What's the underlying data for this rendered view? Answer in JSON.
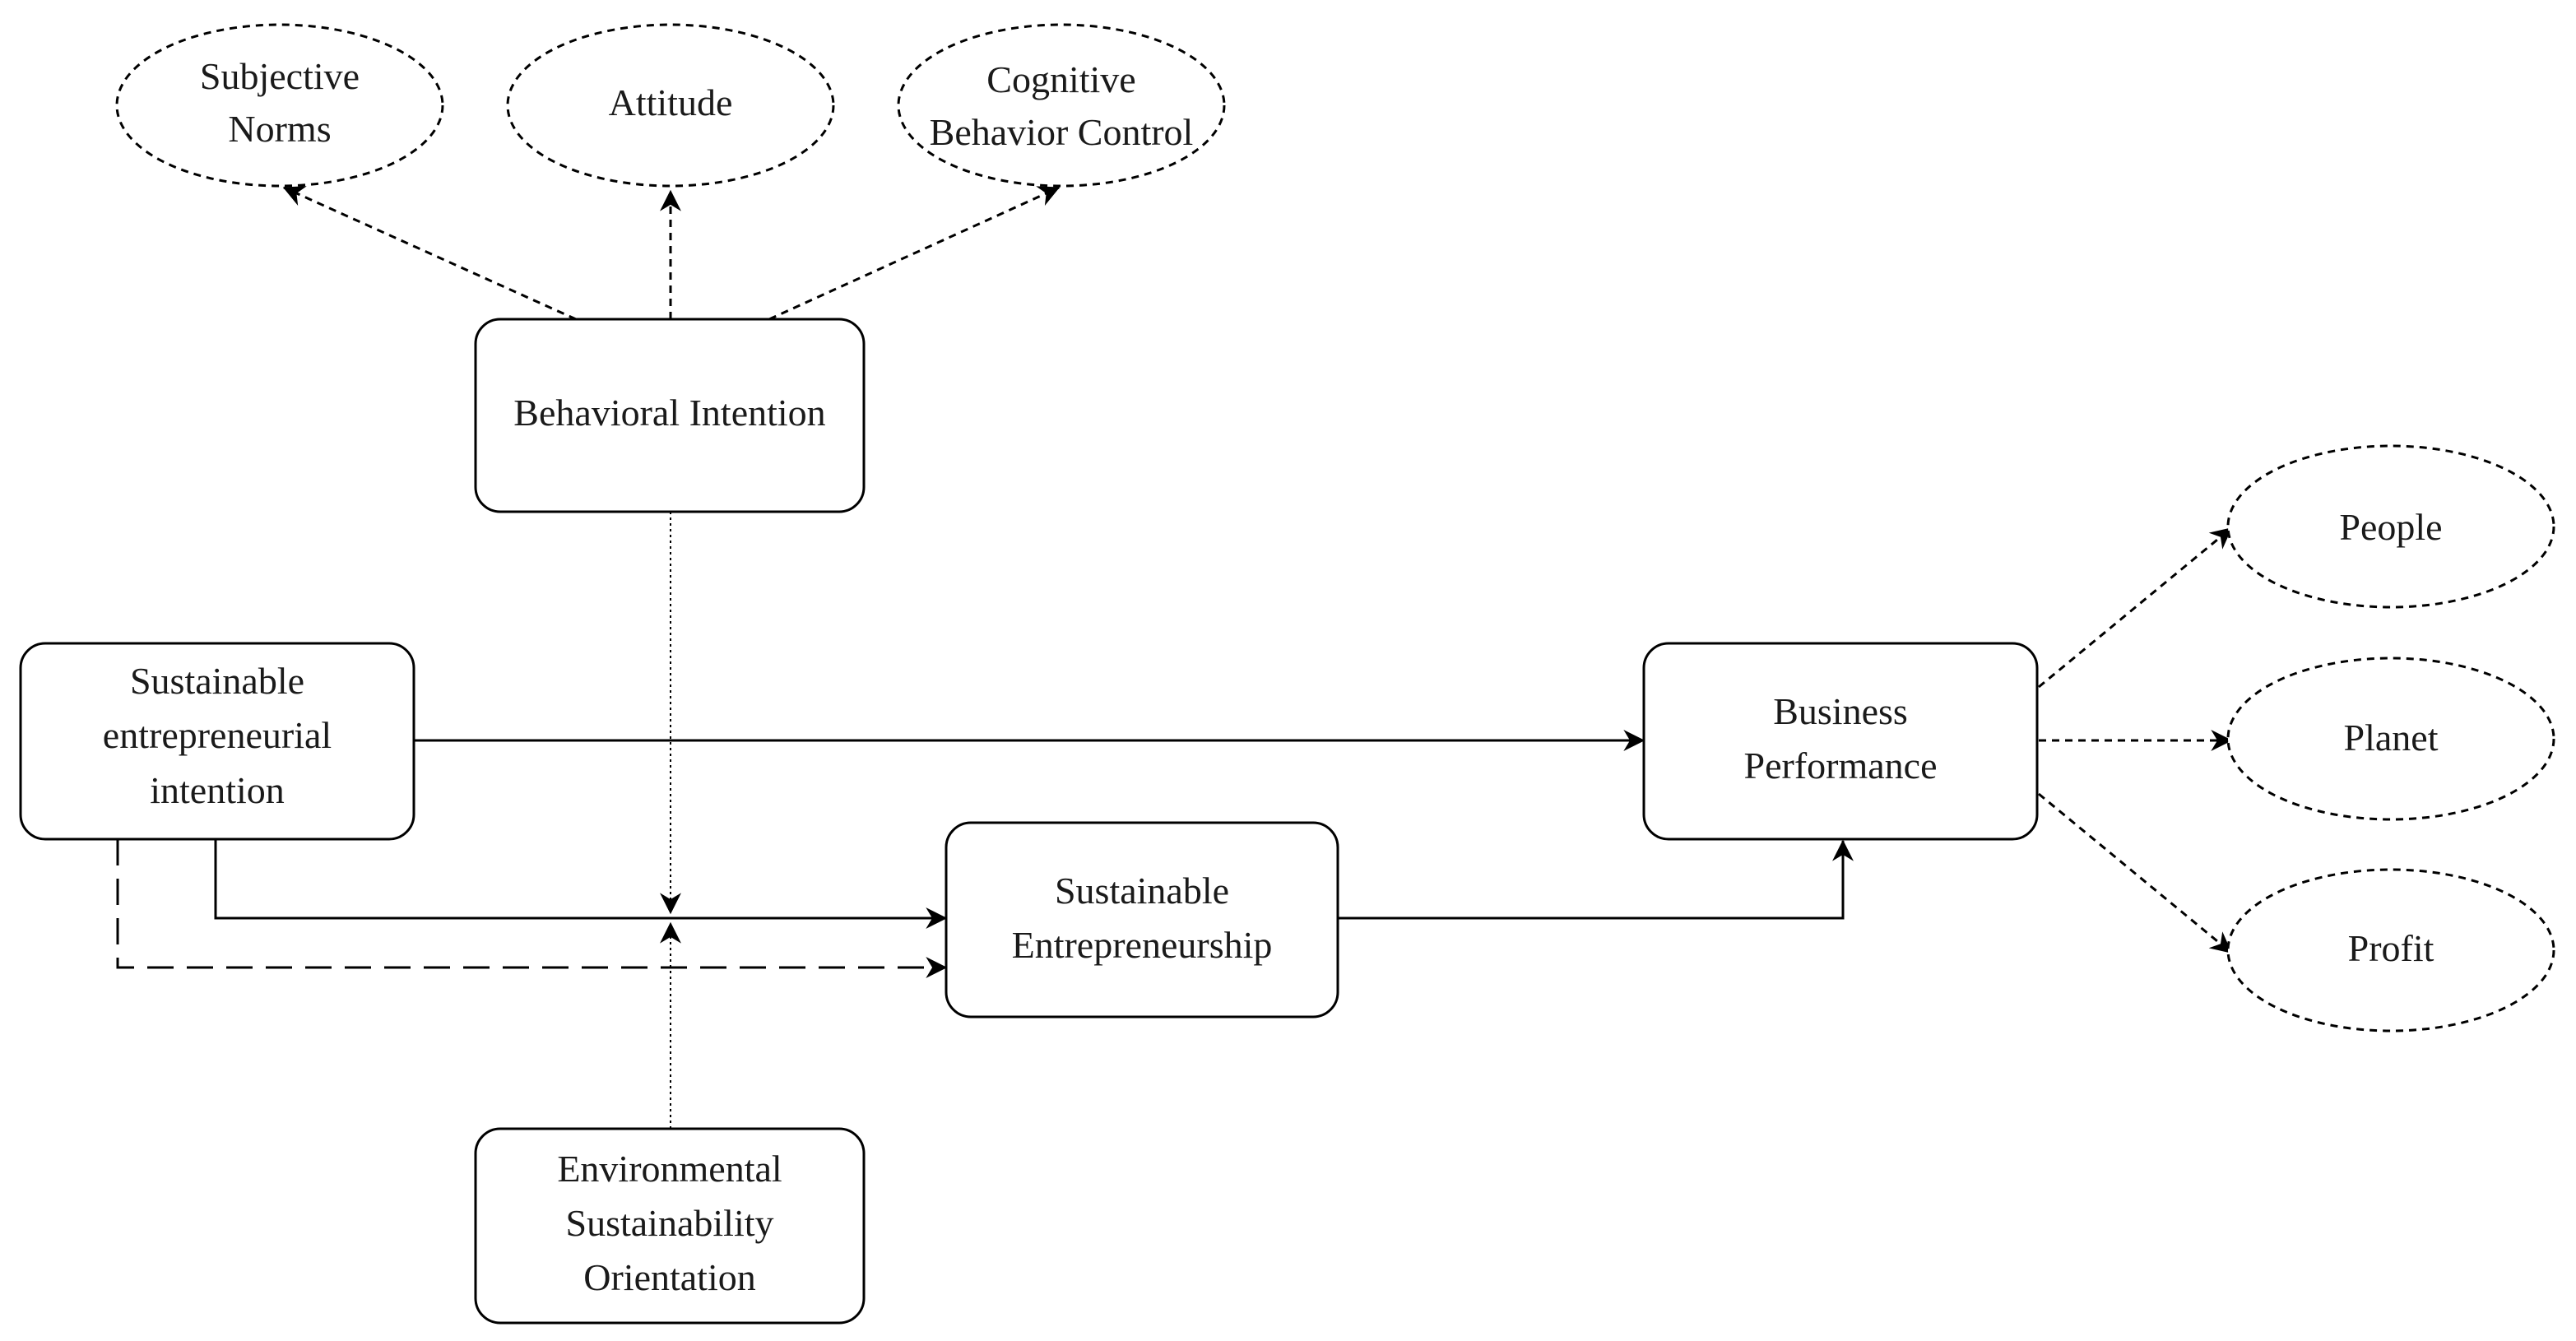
{
  "nodes": {
    "subjective_norms": [
      "Subjective",
      "Norms"
    ],
    "attitude": [
      "Attitude"
    ],
    "cognitive_behavior_control": [
      "Cognitive",
      "Behavior Control"
    ],
    "behavioral_intention": [
      "Behavioral Intention"
    ],
    "sustainable_entrepreneurial_intention": [
      "Sustainable",
      "entrepreneurial",
      "intention"
    ],
    "sustainable_entrepreneurship": [
      "Sustainable",
      "Entrepreneurship"
    ],
    "environmental_sustainability_orientation": [
      "Environmental",
      "Sustainability",
      "Orientation"
    ],
    "business_performance": [
      "Business",
      "Performance"
    ],
    "people": [
      "People"
    ],
    "planet": [
      "Planet"
    ],
    "profit": [
      "Profit"
    ]
  }
}
